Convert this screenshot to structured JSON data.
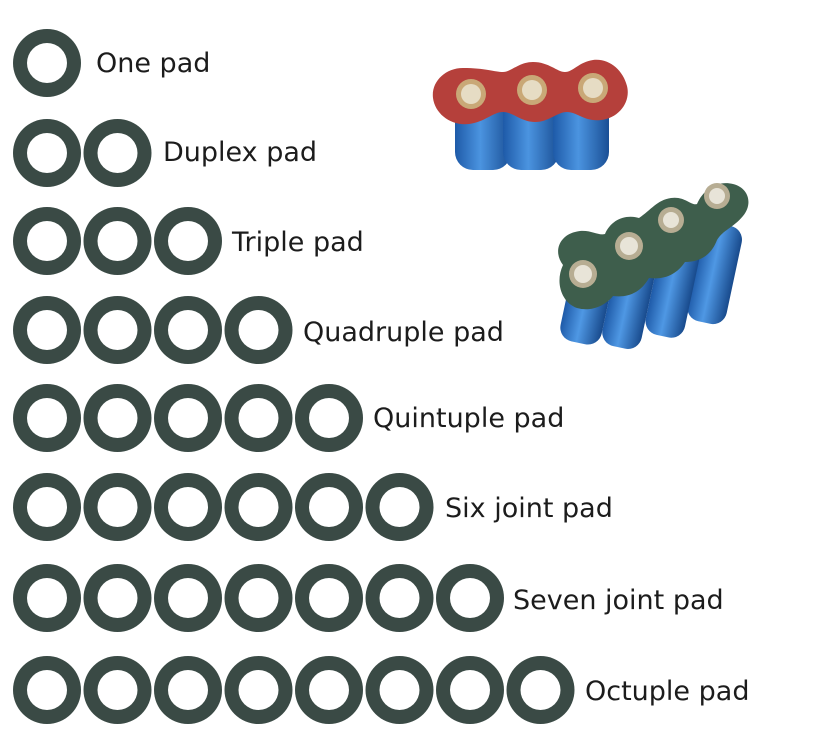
{
  "pads": [
    {
      "label": "One pad",
      "count": 1
    },
    {
      "label": "Duplex pad",
      "count": 2
    },
    {
      "label": "Triple pad",
      "count": 3
    },
    {
      "label": "Quadruple pad",
      "count": 4
    },
    {
      "label": "Quintuple pad",
      "count": 5
    },
    {
      "label": "Six joint pad",
      "count": 6
    },
    {
      "label": "Seven joint pad",
      "count": 7
    },
    {
      "label": "Octuple pad",
      "count": 8
    }
  ],
  "colors": {
    "pad": "#3a4a45",
    "red_paper": "#b5403b",
    "green_paper": "#3e5e4c",
    "cell_blue": "#2f74c4",
    "terminal": "#d8d2b8"
  }
}
